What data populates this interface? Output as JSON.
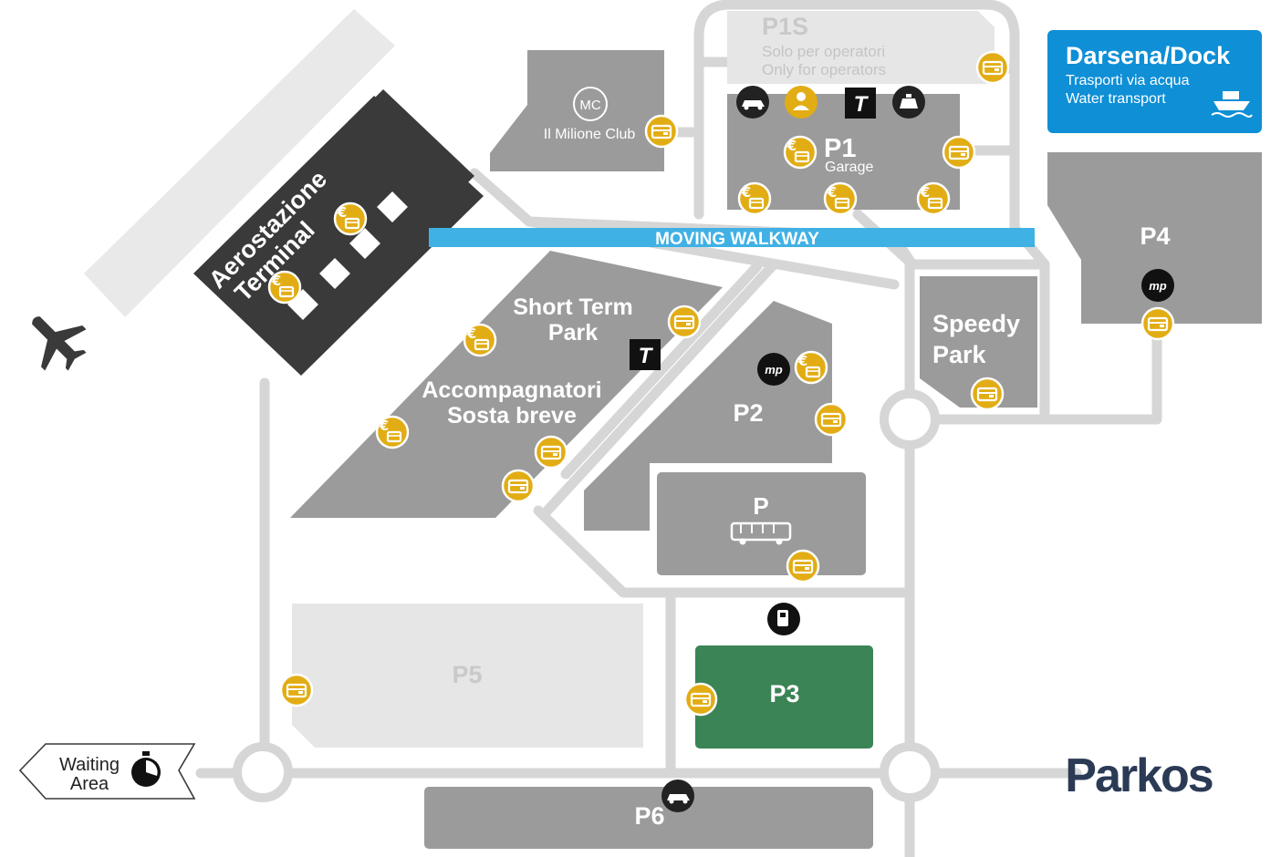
{
  "map": {
    "terminal": {
      "line1": "Aerostazione",
      "line2": "Terminal"
    },
    "moving_walkway": "MOVING WALKWAY",
    "club": {
      "logo": "MC",
      "name": "Il Milione Club"
    },
    "p1s": {
      "name": "P1S",
      "sub_it": "Solo per operatori",
      "sub_en": "Only for operators"
    },
    "p1": {
      "name": "P1",
      "sub": "Garage"
    },
    "darsena": {
      "title": "Darsena/Dock",
      "sub_it": "Trasporti via acqua",
      "sub_en": "Water transport"
    },
    "p4": {
      "name": "P4"
    },
    "speedy": {
      "line1": "Speedy",
      "line2": "Park"
    },
    "short_term": {
      "line1": "Short Term",
      "line2": "Park",
      "line3": "Accompagnatori",
      "line4": "Sosta breve"
    },
    "p2": {
      "name": "P2"
    },
    "p_bus": {
      "name": "P"
    },
    "p5": {
      "name": "P5"
    },
    "p3": {
      "name": "P3"
    },
    "p6": {
      "name": "P6"
    },
    "waiting": {
      "line1": "Waiting",
      "line2": "Area"
    },
    "brand": "Parkos",
    "colors": {
      "lot_gray": "#9b9b9b",
      "terminal_dark": "#3a3a3a",
      "p3_green": "#3b8455",
      "darsena_blue": "#0e8fd6",
      "walkway_blue": "#3fb1e5",
      "payment_gold": "#e2ad14",
      "brand_navy": "#2b3a55"
    },
    "icons": [
      "airplane-icon",
      "payment-card-icon",
      "euro-payment-icon",
      "car-rental-icon",
      "person-icon",
      "taxi-icon",
      "car-icon",
      "mypass-icon",
      "bus-icon",
      "boat-icon",
      "fuel-icon",
      "timer-icon"
    ]
  }
}
